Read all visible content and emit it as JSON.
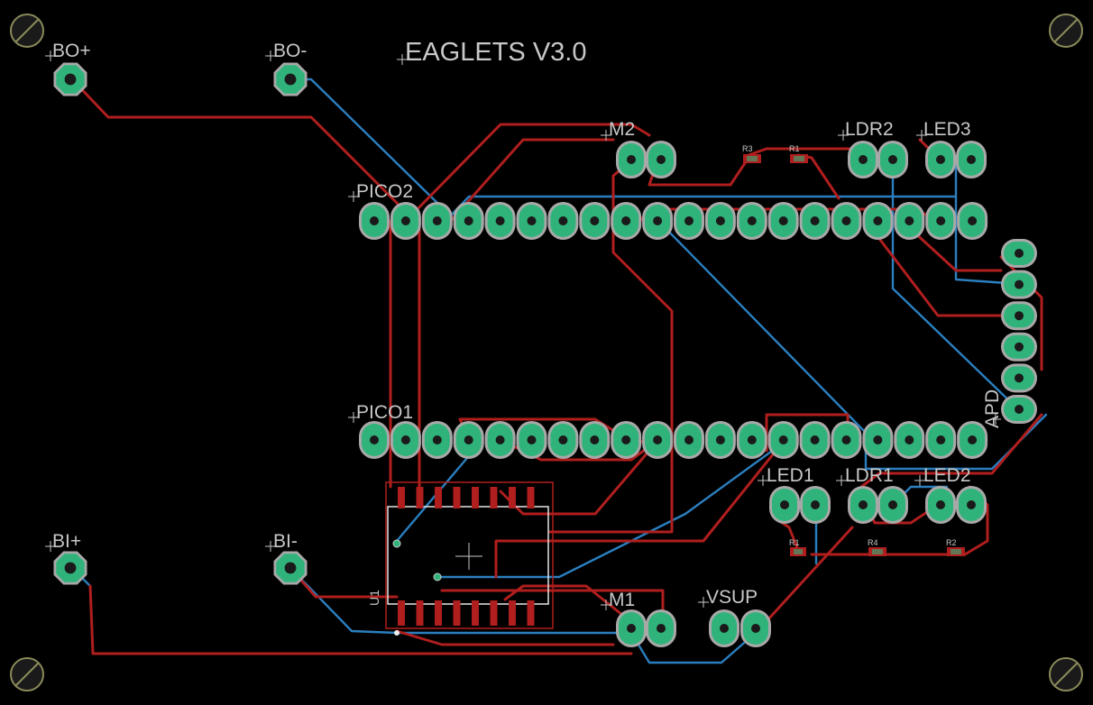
{
  "board": {
    "title": "EAGLETS V3.0",
    "colors": {
      "background": "#000000",
      "top_copper": "#b01e1e",
      "bottom_copper": "#2b7fbf",
      "pad": "#2fb37a",
      "silkscreen": "#c8c8c8"
    }
  },
  "components": {
    "bo_plus": "BO+",
    "bo_minus": "BO-",
    "bi_plus": "BI+",
    "bi_minus": "BI-",
    "pico2": "PICO2",
    "pico1": "PICO1",
    "m2": "M2",
    "m1": "M1",
    "ldr2": "LDR2",
    "led3": "LED3",
    "led1": "LED1",
    "ldr1": "LDR1",
    "led2": "LED2",
    "apd": "APD",
    "vsup": "VSUP",
    "u1": "U1",
    "r1_top": "R1",
    "r3_top": "R3",
    "r1": "R1",
    "r4": "R4",
    "r2": "R2"
  }
}
